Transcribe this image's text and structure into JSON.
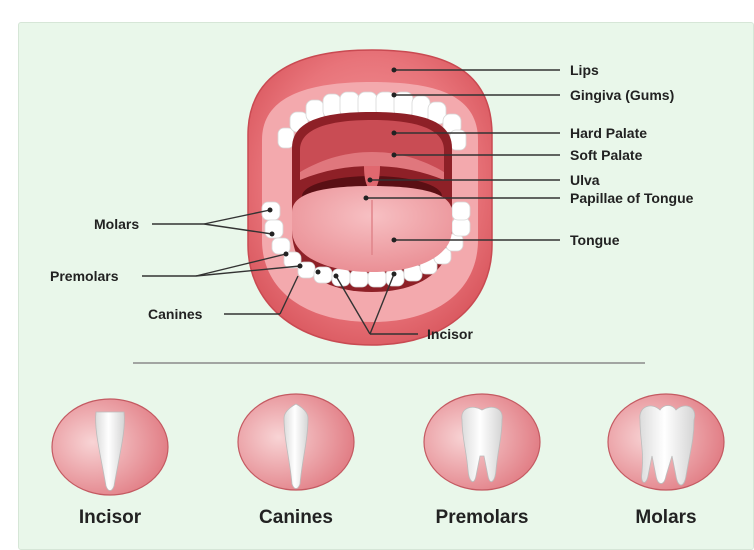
{
  "labels": {
    "lips": "Lips",
    "gingiva": "Gingiva (Gums)",
    "hard_palate": "Hard Palate",
    "soft_palate": "Soft Palate",
    "ulva": "Ulva",
    "papillae": "Papillae of Tongue",
    "tongue": "Tongue",
    "molars": "Molars",
    "premolars": "Premolars",
    "canines": "Canines",
    "incisor": "Incisor"
  },
  "tooth_types": [
    {
      "label": "Incisor",
      "icon": "incisor-tooth-icon"
    },
    {
      "label": "Canines",
      "icon": "canine-tooth-icon"
    },
    {
      "label": "Premolars",
      "icon": "premolar-tooth-icon"
    },
    {
      "label": "Molars",
      "icon": "molar-tooth-icon"
    }
  ],
  "colors": {
    "panel_background": "#e9f7ea",
    "lip": "#e8747a",
    "mouth_interior": "#8e2027",
    "tongue": "#f2a1a6",
    "tooth": "#ffffff",
    "circle": "#e98a90"
  }
}
